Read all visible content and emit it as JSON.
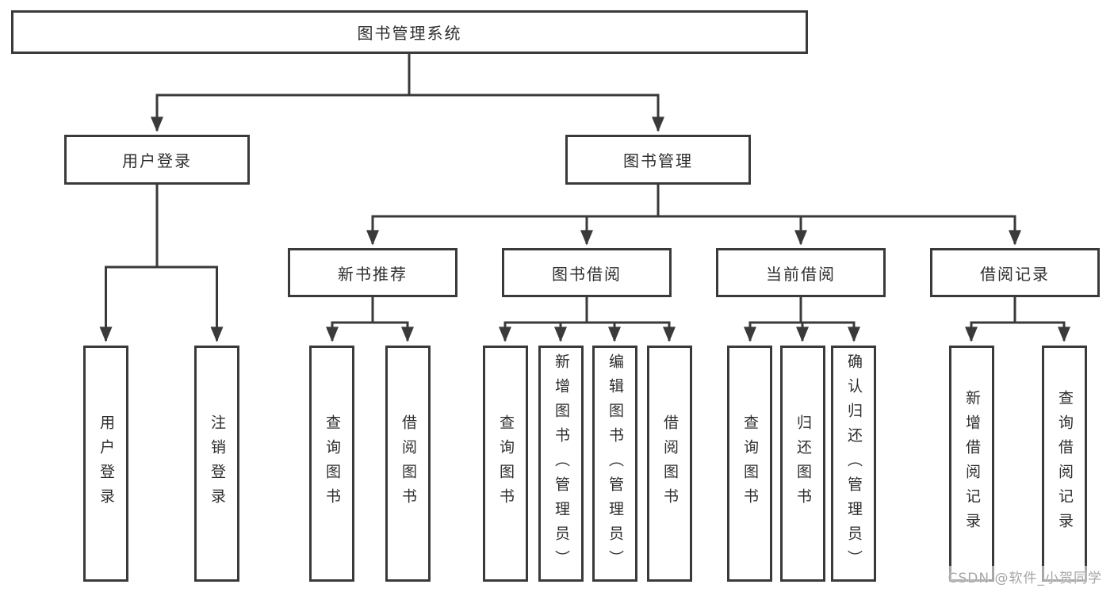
{
  "tree": {
    "root": {
      "label": "图书管理系统"
    },
    "branches": [
      {
        "label": "用户登录",
        "leaves": [
          {
            "label": "用户登录"
          },
          {
            "label": "注销登录"
          }
        ]
      },
      {
        "label": "图书管理",
        "groups": [
          {
            "label": "新书推荐",
            "leaves": [
              {
                "label": "查询图书"
              },
              {
                "label": "借阅图书"
              }
            ]
          },
          {
            "label": "图书借阅",
            "leaves": [
              {
                "label": "查询图书"
              },
              {
                "label": "新增图书（管理员）"
              },
              {
                "label": "编辑图书（管理员）"
              },
              {
                "label": "借阅图书"
              }
            ]
          },
          {
            "label": "当前借阅",
            "leaves": [
              {
                "label": "查询图书"
              },
              {
                "label": "归还图书"
              },
              {
                "label": "确认归还（管理员）"
              }
            ]
          },
          {
            "label": "借阅记录",
            "leaves": [
              {
                "label": "新增借阅记录"
              },
              {
                "label": "查询借阅记录"
              }
            ]
          }
        ]
      }
    ]
  },
  "watermark": "CSDN @软件_小贺同学",
  "colors": {
    "line": "#3a3a3a",
    "text": "#2e2e2e",
    "background": "#ffffff",
    "watermark": "#a6a6a6"
  }
}
